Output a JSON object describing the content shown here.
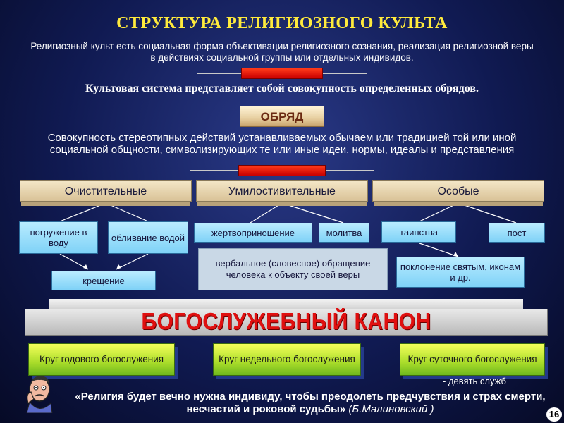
{
  "title": "СТРУКТУРА РЕЛИГИОЗНОГО КУЛЬТА",
  "definition": "Религиозный культ есть социальная форма объективации религиозного сознания, реализация религиозной веры в действиях социальной группы или отдельных индивидов.",
  "cult_system": "Культовая система представляет собой совокупность определенных обрядов.",
  "rite": "ОБРЯД",
  "rite_definition": "Совокупность стереотипных действий устанавливаемых обычаем или традицией той или иной социальной общности, символизирующих те или иные идеи, нормы, идеалы и представления",
  "categories": [
    "Очистительные",
    "Умилостивительные",
    "Особые"
  ],
  "items": {
    "immersion": "погружение в воду",
    "dousing": "обливание водой",
    "sacrifice": "жертвоприношение",
    "prayer": "молитва",
    "sacraments": "таинства",
    "fasting": "пост",
    "baptism": "крещение",
    "verbal": "вербальное (словесное) обращение человека к объекту своей веры",
    "worship": "поклонение святым, иконам и др."
  },
  "canon": "БОГОСЛУЖЕБНЫЙ КАНОН",
  "circles": [
    "Круг годового богослужения",
    "Круг недельного богослужения",
    "Круг суточного богослужения"
  ],
  "nine_services": "- девять служб",
  "quote": "«Религия будет вечно нужна индивиду, чтобы преодолеть предчувствия и страх смерти, несчастий и роковой судьбы»",
  "quote_author": "(Б.Малиновский )",
  "page_number": "16",
  "colors": {
    "title": "#ffea3c",
    "canon": "#e01010",
    "box": "#7fd2f7",
    "circle": "#a9dc2a"
  }
}
